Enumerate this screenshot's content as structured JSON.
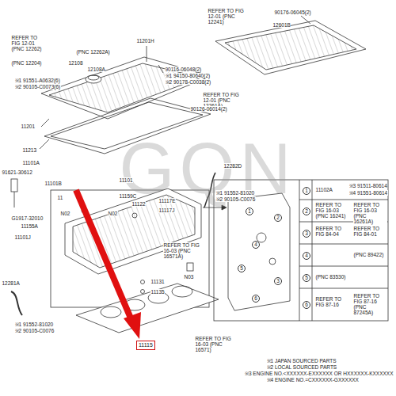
{
  "diagram": {
    "nodes": [
      {
        "text": [
          "11115"
        ]
      }
    ],
    "labels": [
      "REFER TO FIG 12-01 (PNC 12262)",
      "(PNC 12262A)",
      "(PNC 12204)",
      "※1 91551-A0632(6)",
      "※2 90105-C0073(6)",
      "12108",
      "12108A",
      "11201H",
      "REFER TO FIG 12-01 (PNC 12241)",
      "90176-06045(2)",
      "12601B",
      "90116-06048(2)",
      "※1 94150-80640(2)",
      "※2 90178-C0038(2)",
      "REFER TO FIG 12-01 (PNC 12261A)",
      "90126-06014(2)",
      "11201",
      "11213",
      "11101A",
      "12282D",
      "91621-30612",
      "11101B",
      "11101",
      "11",
      "11159C",
      "11122",
      "11117E",
      "11117J",
      "※1 91552-81020",
      "※2 90105-C0076",
      "N02",
      "N02",
      "G1917-32010",
      "11155A",
      "11101J",
      "REFER TO FIG 16-03 (PNC 16571A)",
      "N03",
      "11131",
      "11135",
      "12281A",
      "※1 91552-81020",
      "※2 90105-C0076",
      "REFER TO FIG 16-03 (PNC 16571)",
      "1",
      "11102A",
      "※3 91511-80614",
      "※4 91551-80614",
      "2",
      "REFER TO FIG 16-03 (PNC 16241)",
      "REFER TO FIG 16-03 (PNC 16261A)",
      "3",
      "REFER TO FIG 84-04",
      "REFER TO FIG 84-01",
      "4",
      "(PNC 89422)",
      "5",
      "(PNC 83530)",
      "6",
      "REFER TO FIG 87-16",
      "REFER TO FIG 87-16 (PNC 87245A)",
      "4",
      "5",
      "3",
      "1",
      "2",
      "6",
      "※1 JAPAN SOURCED PARTS",
      "※2 LOCAL SOURCED PARTS",
      "※3 ENGINE NO.<XXXXXX-EXXXXXX OR HXXXXXX-KXXXXXX",
      "※4 ENGINE NO.=CXXXXXX-GXXXXXX",
      "GQN"
    ]
  }
}
